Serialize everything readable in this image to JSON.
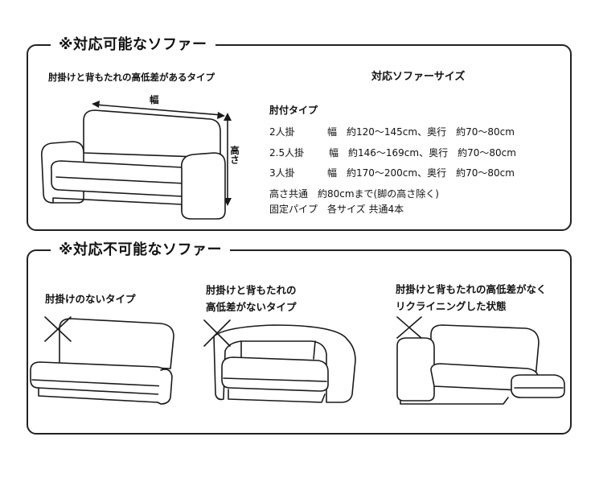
{
  "compatible": {
    "title": "※対応可能なソファー",
    "type_label": "肘掛けと背もたれの高低差があるタイプ",
    "width_label": "幅",
    "height_label": "高さ",
    "sizes_title": "対応ソファーサイズ",
    "armrest_type": "肘付タイプ",
    "rows": [
      {
        "seat": "2人掛",
        "width": "幅　約120～145cm、",
        "depth": "奥行　約70～80cm"
      },
      {
        "seat": "2.5人掛",
        "width": "幅　約146～169cm、",
        "depth": "奥行　約70～80cm"
      },
      {
        "seat": "3人掛",
        "width": "幅　約170～200cm、",
        "depth": "奥行　約70～80cm"
      }
    ],
    "height_common": "高さ共通　約80cmまで(脚の高さ除く)",
    "fixed_pipe": "固定パイプ　各サイズ 共通4本"
  },
  "incompatible": {
    "title": "※対応不可能なソファー",
    "cases": [
      {
        "line1": "肘掛けのないタイプ",
        "line2": ""
      },
      {
        "line1": "肘掛けと背もたれの",
        "line2": "高低差がないタイプ"
      },
      {
        "line1": "肘掛けと背もたれの高低差がなく",
        "line2": "リクライニングした状態"
      }
    ]
  },
  "icons": [
    "double-arrow-icon",
    "cross-mark-icon"
  ]
}
